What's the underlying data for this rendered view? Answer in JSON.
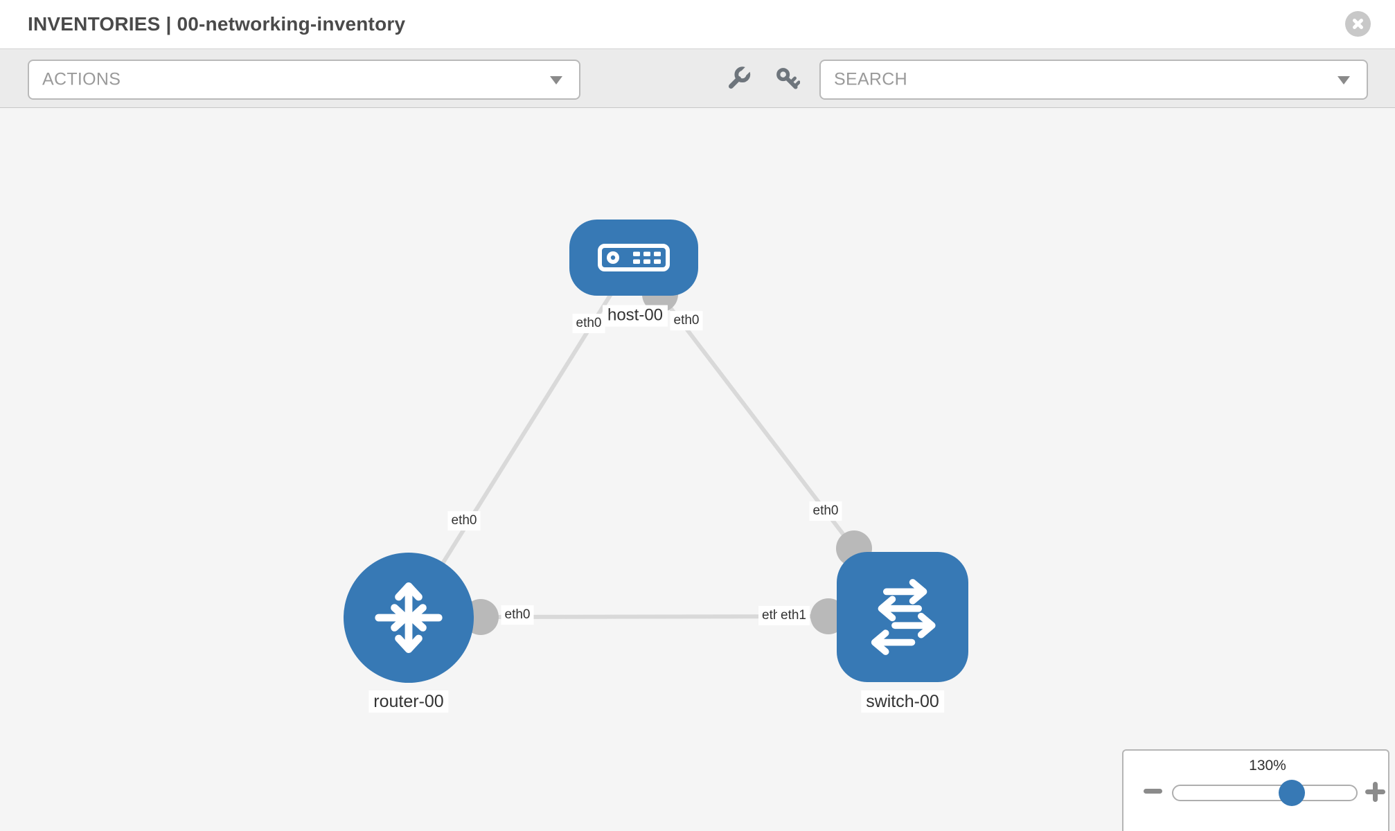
{
  "header": {
    "title": "INVENTORIES | 00-networking-inventory"
  },
  "toolbar": {
    "actions_label": "ACTIONS",
    "search_label": "SEARCH",
    "icons": [
      "wrench-icon",
      "key-icon"
    ]
  },
  "topology": {
    "nodes": [
      {
        "id": "host-00",
        "label": "host-00",
        "type": "host",
        "icon": "server-icon"
      },
      {
        "id": "router-00",
        "label": "router-00",
        "type": "router",
        "icon": "router-arrows-icon"
      },
      {
        "id": "switch-00",
        "label": "switch-00",
        "type": "switch",
        "icon": "switch-arrows-icon"
      }
    ],
    "links": [
      {
        "from": "host-00",
        "to": "router-00",
        "from_label": "eth0",
        "to_label": "eth0"
      },
      {
        "from": "host-00",
        "to": "switch-00",
        "from_label": "eth0",
        "to_label": "eth0"
      },
      {
        "from": "router-00",
        "to": "switch-00",
        "from_label": "eth0",
        "to_label": "eth1",
        "to_label_under": "eth0"
      }
    ],
    "colors": {
      "node_blue": "#3779b5",
      "link_gray": "#d9d9d9",
      "connector_gray": "#b9b9b9"
    }
  },
  "zoom_control": {
    "level": "130%",
    "thumb_color": "#3779b5"
  }
}
